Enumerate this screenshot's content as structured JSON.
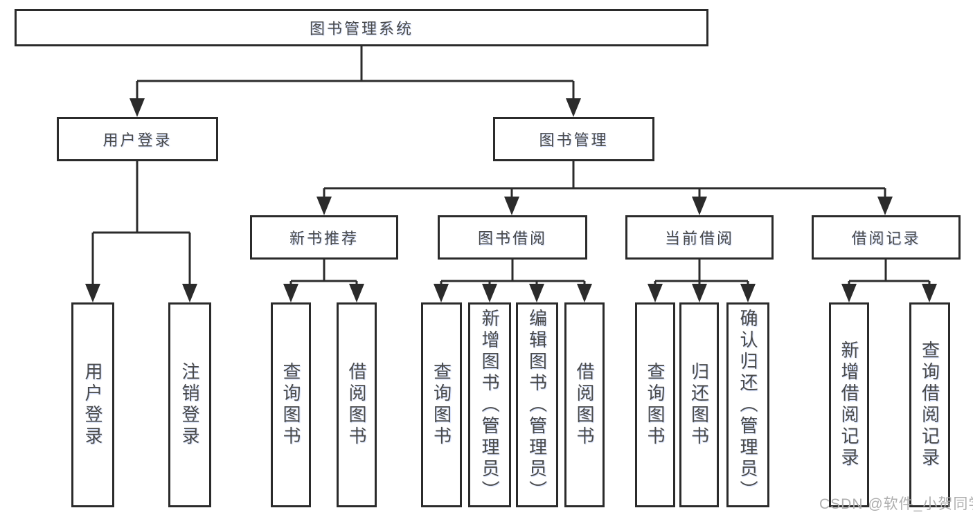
{
  "diagram": {
    "root": {
      "label": "图书管理系统"
    },
    "modules": [
      {
        "label": "用户登录",
        "features": [
          {
            "label": "用户登录"
          },
          {
            "label": "注销登录"
          }
        ]
      },
      {
        "label": "图书管理",
        "submodules": [
          {
            "label": "新书推荐",
            "features": [
              {
                "label": "查询图书"
              },
              {
                "label": "借阅图书"
              }
            ]
          },
          {
            "label": "图书借阅",
            "features": [
              {
                "label": "查询图书"
              },
              {
                "label": "新增图书（管理员）"
              },
              {
                "label": "编辑图书（管理员）"
              },
              {
                "label": "借阅图书"
              }
            ]
          },
          {
            "label": "当前借阅",
            "features": [
              {
                "label": "查询图书"
              },
              {
                "label": "归还图书"
              },
              {
                "label": "确认归还（管理员）"
              }
            ]
          },
          {
            "label": "借阅记录",
            "features": [
              {
                "label": "新增借阅记录"
              },
              {
                "label": "查询借阅记录"
              }
            ]
          }
        ]
      }
    ]
  },
  "watermark": {
    "text": "CSDN @软件_小贺同学"
  },
  "icons": {
    "connector_arrow": "arrow-down ▼"
  },
  "colors": {
    "line": "#2b2b2b",
    "node_border": "#2b2b2b",
    "text": "#4a4a4a",
    "watermark_text": "#aeaeae",
    "background": "#ffffff"
  }
}
